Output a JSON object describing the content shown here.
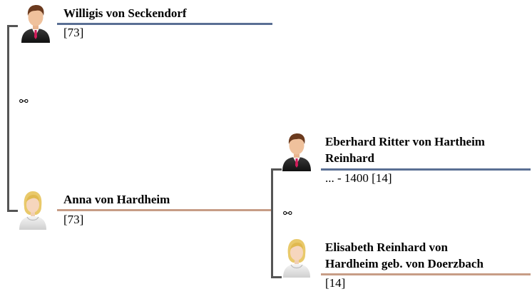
{
  "colors": {
    "male_line": "#5a6f94",
    "female_line": "#c79d86",
    "connector": "#555555"
  },
  "couples": [
    {
      "husband": {
        "name": "Willigis von Seckendorf",
        "info": "[73]",
        "icon": "male-avatar-icon"
      },
      "marriage_symbol": "⚯",
      "wife": {
        "name": "Anna von Hardheim",
        "info": "[73]",
        "icon": "female-avatar-icon"
      }
    },
    {
      "husband": {
        "name_line1": "Eberhard Ritter von Hartheim",
        "name_line2": "Reinhard",
        "info": "... - 1400 [14]",
        "icon": "male-avatar-icon"
      },
      "marriage_symbol": "⚯",
      "wife": {
        "name_line1": "Elisabeth Reinhard von",
        "name_line2": "Hardheim geb. von Doerzbach",
        "info": "[14]",
        "icon": "female-avatar-icon"
      }
    }
  ]
}
